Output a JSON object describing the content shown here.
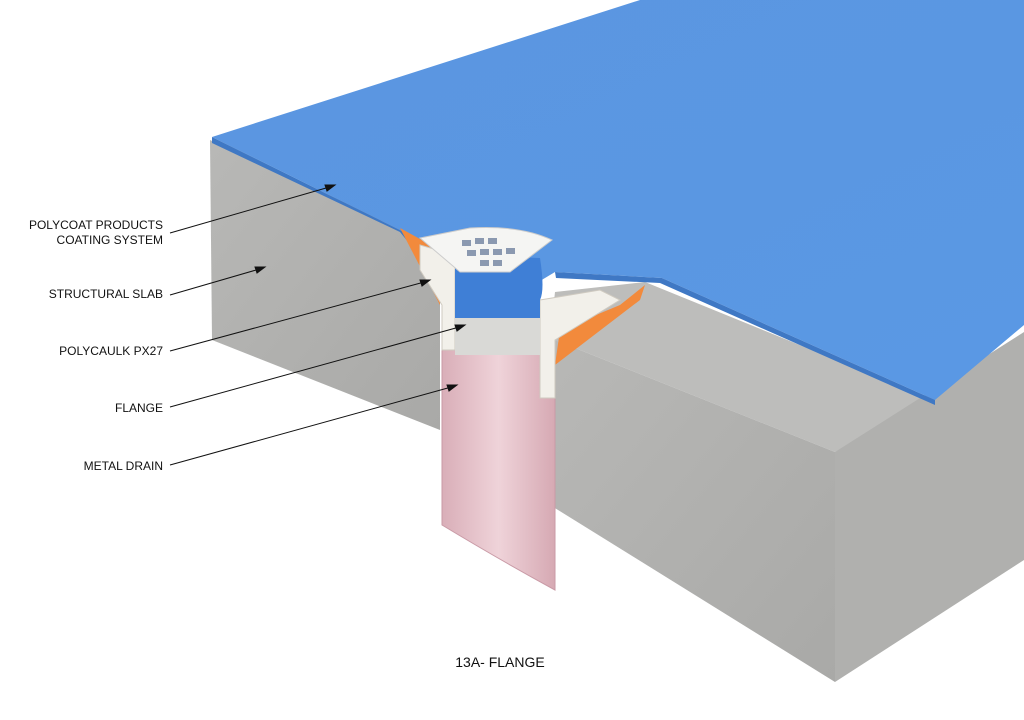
{
  "labels": {
    "coating_line1": "POLYCOAT PRODUCTS",
    "coating_line2": "COATING SYSTEM",
    "slab": "STRUCTURAL SLAB",
    "polycaulk": "POLYCAULK PX27",
    "flange": "FLANGE",
    "metal_drain": "METAL DRAIN"
  },
  "title": "13A- FLANGE",
  "colors": {
    "coating": "#5b97e0",
    "concrete": "#b4b4b2",
    "sealant": "#f28a3c",
    "flange": "#f2f0ea",
    "drain": "#e8c4cc"
  }
}
